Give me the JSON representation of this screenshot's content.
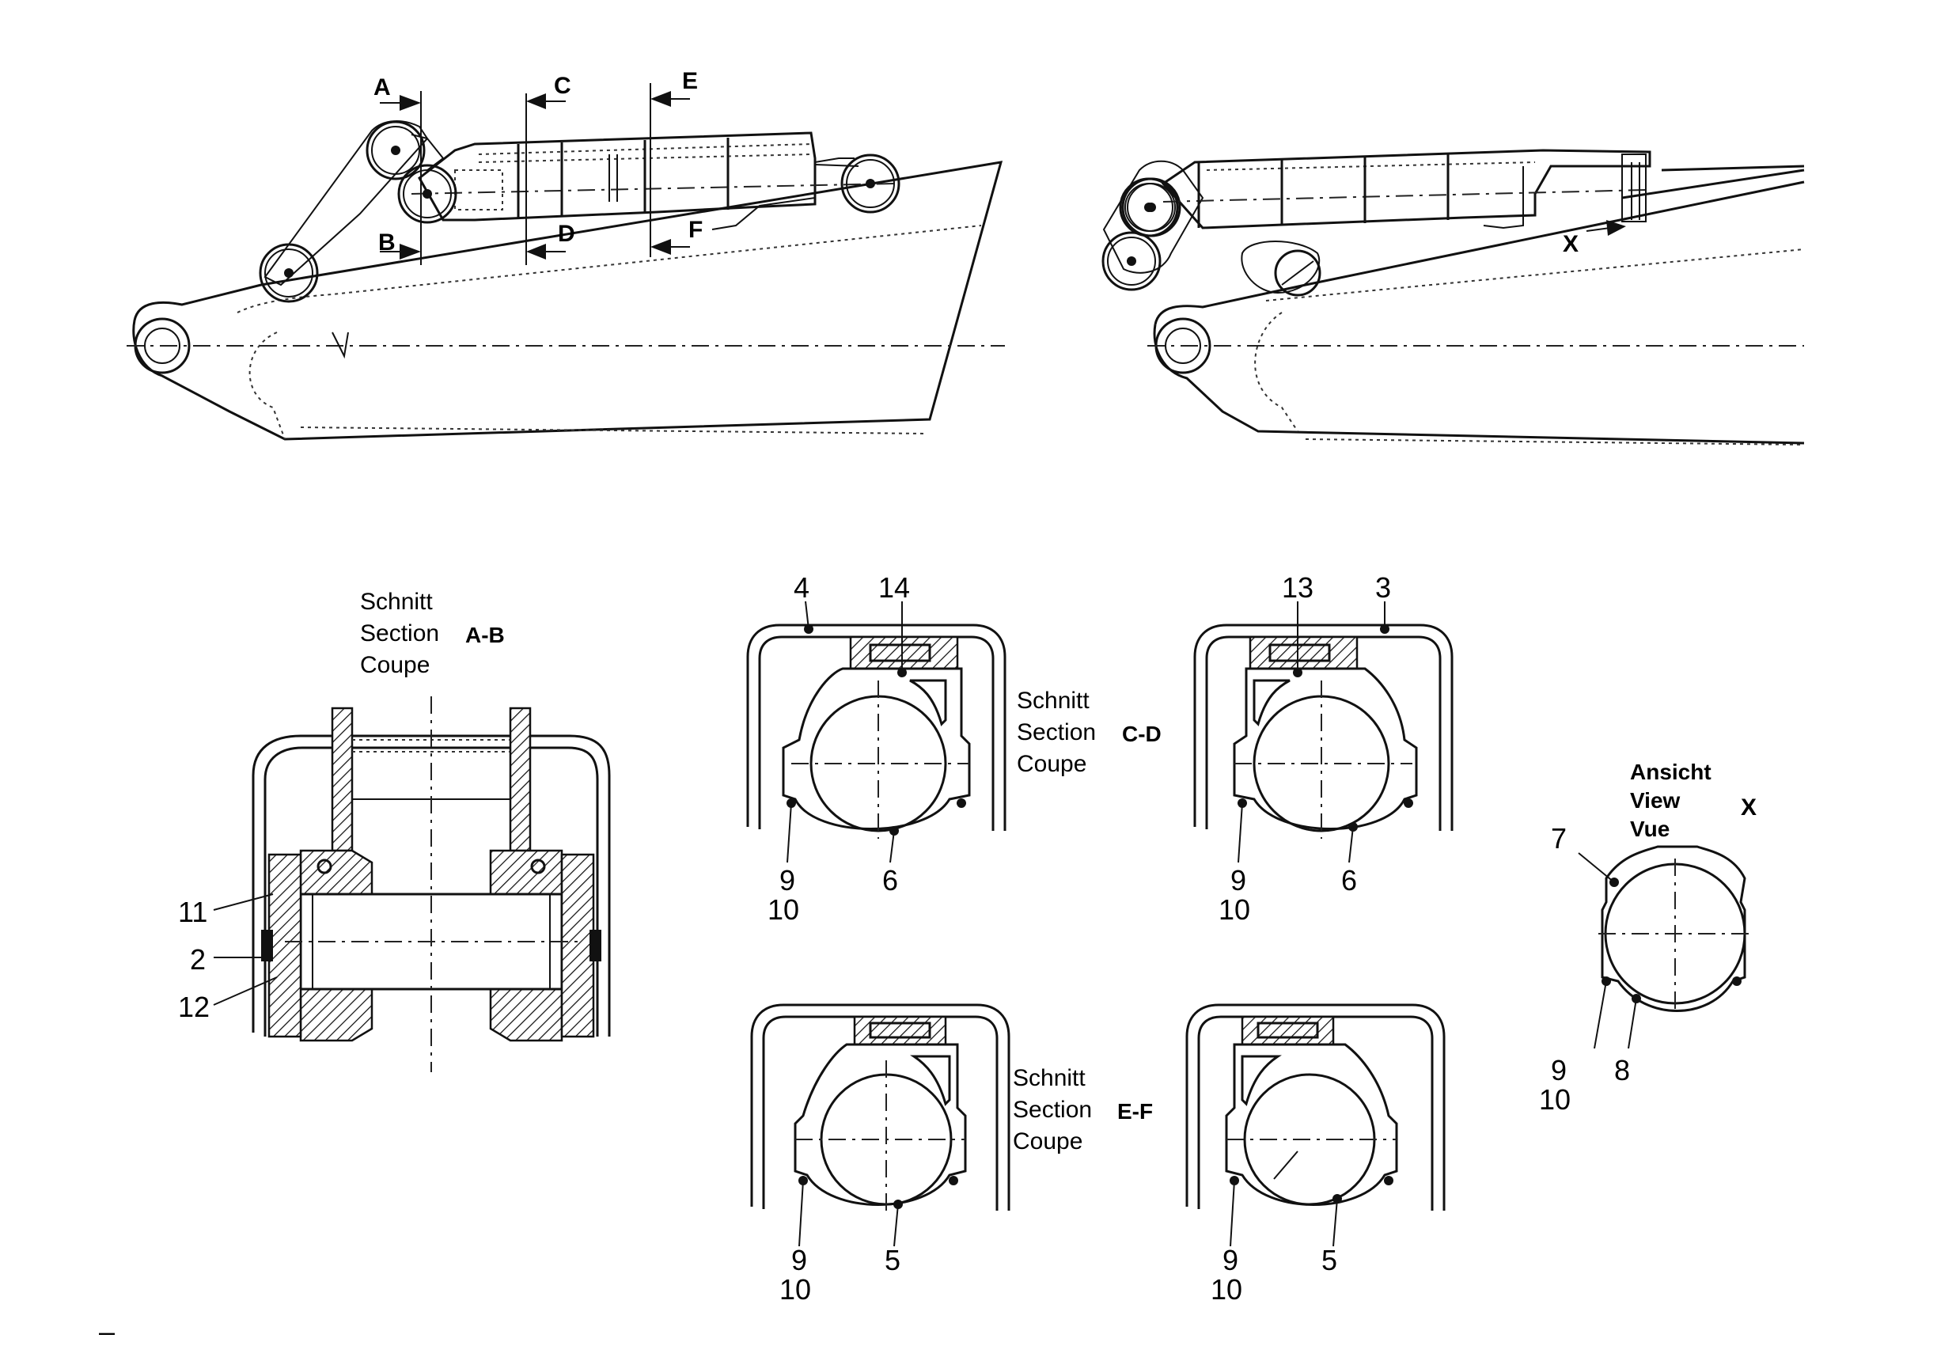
{
  "overview_left": {
    "cut_labels": [
      "A",
      "B",
      "C",
      "D",
      "E",
      "F"
    ]
  },
  "overview_right": {
    "view_label": "X"
  },
  "section_ab": {
    "caption": [
      "Schnitt",
      "Section",
      "Coupe"
    ],
    "designation": "A-B",
    "callouts": {
      "c11": "11",
      "c2": "2",
      "c12": "12"
    }
  },
  "section_cd_left": {
    "callouts": {
      "c4": "4",
      "c14": "14",
      "c9": "9",
      "c10": "10",
      "c6": "6"
    }
  },
  "section_cd_caption": {
    "caption": [
      "Schnitt",
      "Section",
      "Coupe"
    ],
    "designation": "C-D"
  },
  "section_cd_right": {
    "callouts": {
      "c13": "13",
      "c3": "3",
      "c9": "9",
      "c10": "10",
      "c6": "6"
    }
  },
  "section_ef_left": {
    "callouts": {
      "c9": "9",
      "c10": "10",
      "c5": "5"
    }
  },
  "section_ef_caption": {
    "caption": [
      "Schnitt",
      "Section",
      "Coupe"
    ],
    "designation": "E-F"
  },
  "section_ef_right": {
    "callouts": {
      "c9": "9",
      "c10": "10",
      "c5": "5"
    }
  },
  "view_x": {
    "caption": [
      "Ansicht",
      "View",
      "Vue"
    ],
    "designation": "X",
    "callouts": {
      "c7": "7",
      "c9": "9",
      "c10": "10",
      "c8": "8"
    }
  },
  "footer_mark": "–"
}
